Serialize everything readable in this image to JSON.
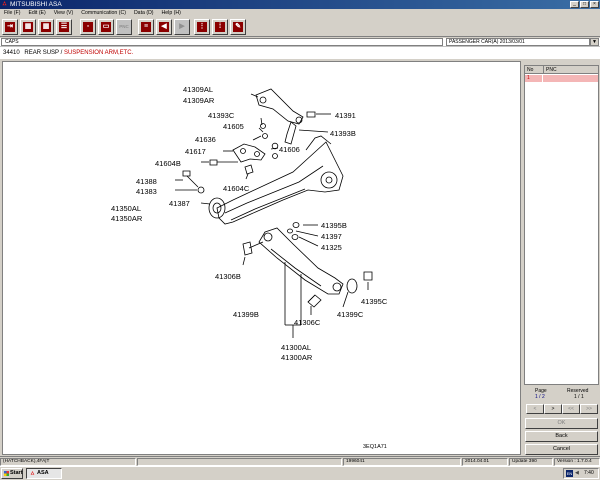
{
  "window": {
    "title": "MITSUBISHI ASA",
    "min": "_",
    "max": "□",
    "close": "×"
  },
  "menu": [
    "File (F)",
    "Edit (E)",
    "View (V)",
    "Communication (C)",
    "Data (D)",
    "Help (H)"
  ],
  "toolbar": {
    "pnc_label": "PNC"
  },
  "infobar": {
    "caps": "CAPS",
    "model": "PASSENGER CAR(A)    2013/03/01",
    "dropdown": "▼"
  },
  "breadcrumb": {
    "code": "34410",
    "group": "REAR SUSP",
    "separator": " / ",
    "sub": "SUSPENSION ARM,ETC."
  },
  "diagram": {
    "code": "3EQ1A71",
    "labels": [
      "41309AL",
      "41309AR",
      "41393C",
      "41391",
      "41605",
      "41393B",
      "41636",
      "41606",
      "41617",
      "41604B",
      "41604C",
      "41388",
      "41383",
      "41387",
      "41350AL",
      "41350AR",
      "41395B",
      "41397",
      "41325",
      "41306B",
      "41395C",
      "41399B",
      "41306C",
      "41399C",
      "41300AL",
      "41300AR"
    ]
  },
  "pnc_table": {
    "col_no": "No",
    "col_pnc": "PNC",
    "rows": [
      {
        "no": "1",
        "pnc": ""
      }
    ]
  },
  "paging": {
    "page_label": "Page",
    "page_value": "1 / 2",
    "reserved_label": "Reserved",
    "reserved_value": "1 / 1"
  },
  "nav": {
    "prev": "<",
    "next": ">",
    "first": "<<",
    "last": ">>"
  },
  "buttons": {
    "ok": "OK",
    "back": "Back",
    "cancel": "Cancel"
  },
  "status": {
    "vehicle": "(HATCHBACK),4FA|T",
    "year": "1996041",
    "date": "2014.04.01",
    "update": "Update 390",
    "version": "Version : 1.7.0.4"
  },
  "taskbar": {
    "start": "Start",
    "app": "ASA",
    "lang": "EN",
    "time": "7:40"
  }
}
